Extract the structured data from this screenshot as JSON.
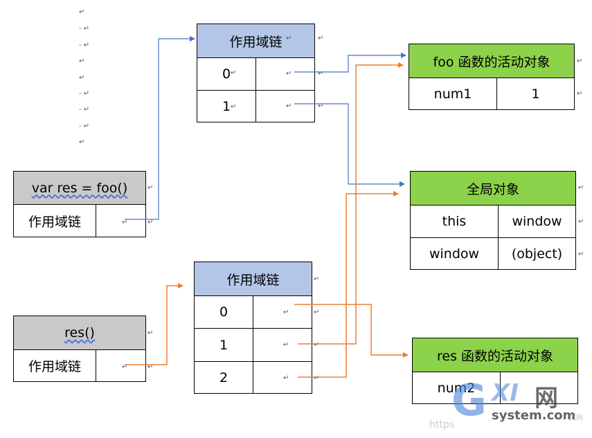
{
  "paragraph_marks": [
    "↵",
    "- ↵",
    "- ↵",
    "↵",
    "↵",
    "- ↵",
    "- ↵",
    "- ↵",
    "↵"
  ],
  "scope_chain_label": "作用域链",
  "var_box": {
    "title": "var res = foo()",
    "row_label": "作用域链"
  },
  "res_box": {
    "title": "res()",
    "row_label": "作用域链"
  },
  "chain_top": {
    "title": "作用域链",
    "rows": [
      "0",
      "1"
    ]
  },
  "chain_bottom": {
    "title": "作用域链",
    "rows": [
      "0",
      "1",
      "2"
    ]
  },
  "foo_obj": {
    "title": "foo 函数的活动对象",
    "key": "num1",
    "value": "1"
  },
  "global_obj": {
    "title": "全局对象",
    "rows": [
      {
        "key": "this",
        "value": "window"
      },
      {
        "key": "window",
        "value": "(object)"
      }
    ]
  },
  "res_obj": {
    "title": "res 函数的活动对象",
    "key": "num2"
  },
  "watermark": {
    "logo_g": "G",
    "logo_xi": "XI",
    "logo_wang": "网",
    "domain": "system.com",
    "sub": "https",
    "cn": "文网"
  },
  "colors": {
    "blue_arrow": "#4472c4",
    "orange_arrow": "#ed7d31",
    "header_blue": "#b4c6e7",
    "header_gray": "#c9c9c9",
    "header_green": "#8cd24a"
  },
  "ret": "↵"
}
